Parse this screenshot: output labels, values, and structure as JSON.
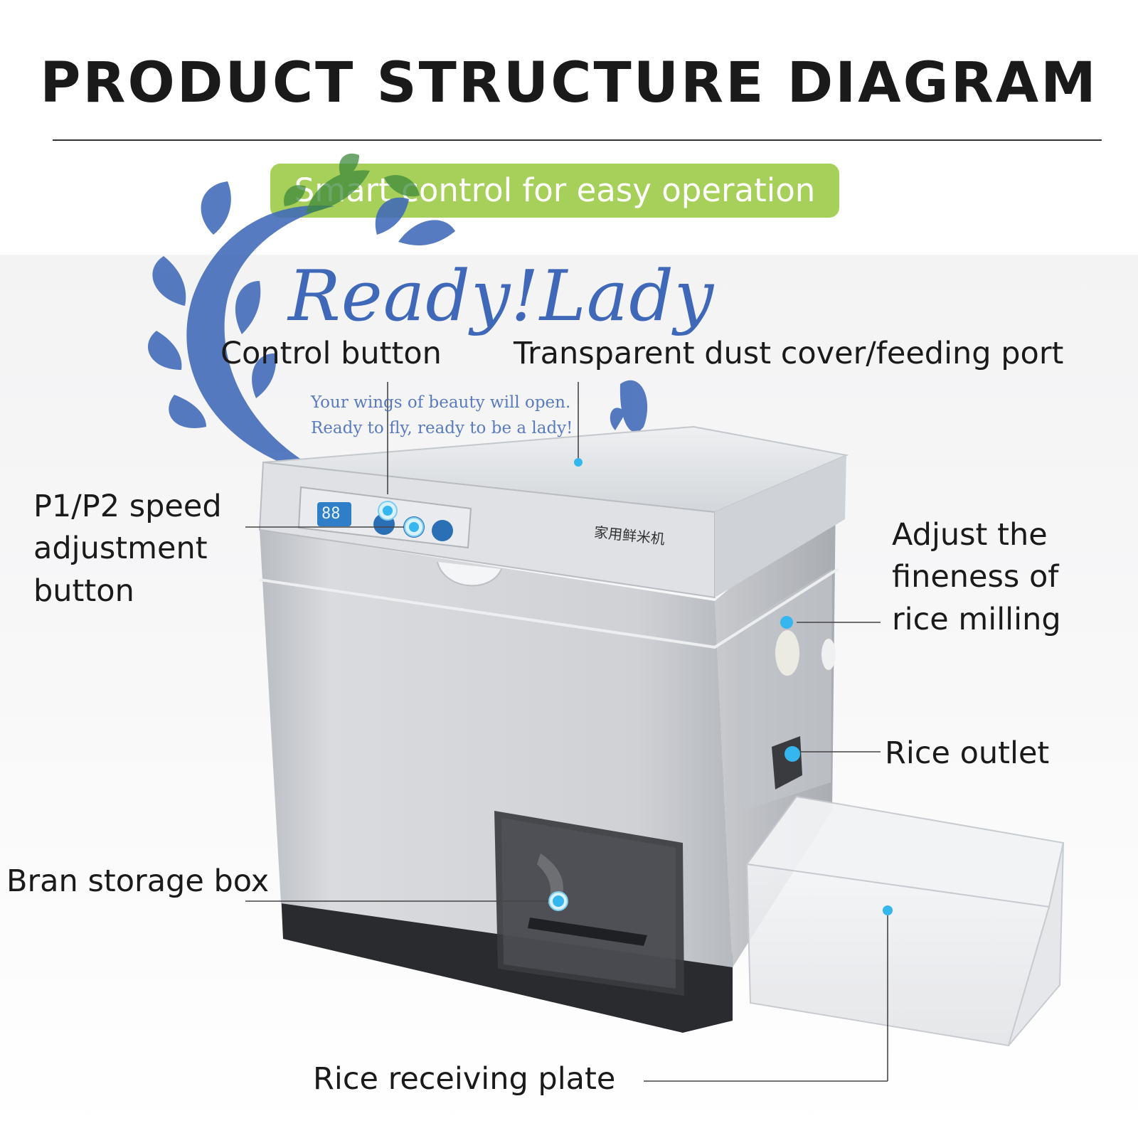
{
  "title": "PRODUCT STRUCTURE DIAGRAM",
  "banner": "Smart control for easy operation",
  "watermark": {
    "brand": "Ready!Lady",
    "tagline_1": "Your wings of beauty will open.",
    "tagline_2": "Ready to fly, ready to be a lady!"
  },
  "labels": {
    "control_button": "Control button",
    "dust_cover": "Transparent dust cover/feeding port",
    "speed_button": "P1/P2 speed adjustment button",
    "fineness": "Adjust the fineness of rice milling",
    "rice_outlet": "Rice outlet",
    "bran_box": "Bran storage box",
    "receiving_plate": "Rice receiving plate"
  },
  "device": {
    "display_digits": "88",
    "name_cn": "家用鲜米机"
  },
  "colors": {
    "banner": "#a6d05a",
    "watermark": "#3f69b8",
    "marker": "#35b6ee",
    "body": "#c9cbcf"
  }
}
